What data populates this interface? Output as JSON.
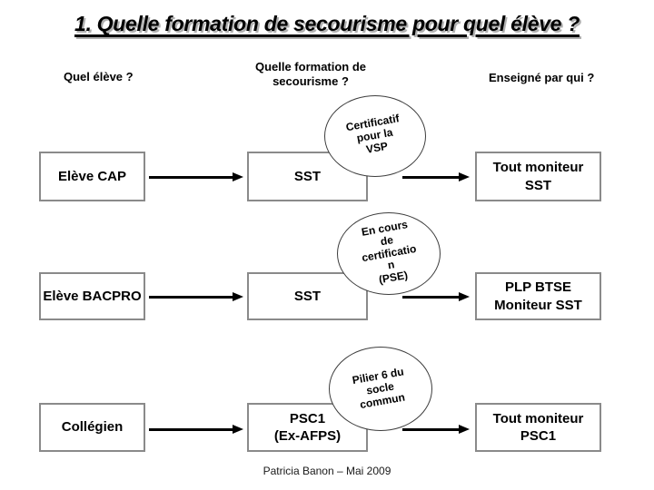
{
  "slide": {
    "title": "1. Quelle formation de secourisme pour quel élève ?",
    "footer": "Patricia Banon – Mai 2009"
  },
  "columns": {
    "student": "Quel élève ?",
    "training_lines": [
      "Quelle formation de",
      "secourisme ?"
    ],
    "teacher": "Enseigné par qui ?"
  },
  "rows": [
    {
      "student": "Elève CAP",
      "training_lines": [
        "SST"
      ],
      "teacher_lines": [
        "Tout moniteur",
        "SST"
      ],
      "note_lines": [
        "Certificatif",
        "pour la",
        "VSP"
      ]
    },
    {
      "student": "Elève BACPRO",
      "training_lines": [
        "SST"
      ],
      "teacher_lines": [
        "PLP BTSE",
        "Moniteur SST"
      ],
      "note_lines": [
        "En cours",
        "de",
        "certificatio",
        "n",
        "(PSE)"
      ]
    },
    {
      "student": "Collégien",
      "training_lines": [
        "PSC1",
        "(Ex-AFPS)"
      ],
      "teacher_lines": [
        "Tout moniteur",
        "PSC1"
      ],
      "note_lines": [
        "Pilier 6 du",
        "socle",
        "commun"
      ]
    }
  ],
  "colors": {
    "box_border": "#8a8a8a",
    "ellipse_border": "#3d3d3d",
    "arrow": "#000000",
    "title_shadow": "#b0b0b0",
    "text": "#000000"
  }
}
